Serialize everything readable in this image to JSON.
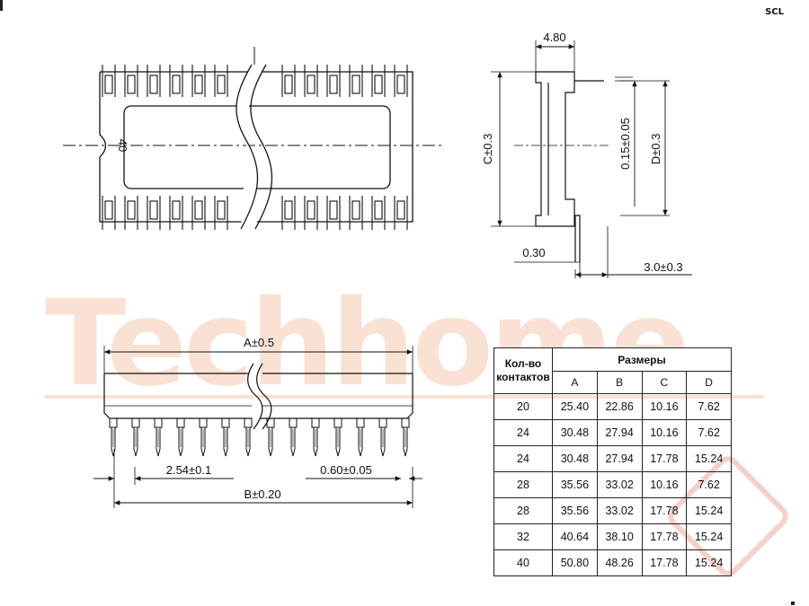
{
  "brand": "SCL",
  "watermark": {
    "text": "Techhome",
    "color": "#f4d0bd"
  },
  "top_view": {
    "pin_marker": "40"
  },
  "side_view": {
    "dim_top": "4.80",
    "dim_c": "C±0.3",
    "dim_thickness": "0.15±0.05",
    "dim_d": "D±0.3",
    "dim_lead": "0.30",
    "dim_pin_len": "3.0±0.3"
  },
  "front_view": {
    "dim_a": "A±0.5",
    "dim_pitch": "2.54±0.1",
    "dim_pin_width": "0.60±0.05",
    "dim_b": "B±0.20"
  },
  "table": {
    "pins_header": "Кол-во контактов",
    "sizes_header": "Размеры",
    "columns": [
      "A",
      "B",
      "C",
      "D"
    ],
    "rows": [
      {
        "pins": "20",
        "a": "25.40",
        "b": "22.86",
        "c": "10.16",
        "d": "7.62"
      },
      {
        "pins": "24",
        "a": "30.48",
        "b": "27.94",
        "c": "10.16",
        "d": "7.62"
      },
      {
        "pins": "24",
        "a": "30.48",
        "b": "27.94",
        "c": "17.78",
        "d": "15.24"
      },
      {
        "pins": "28",
        "a": "35.56",
        "b": "33.02",
        "c": "10.16",
        "d": "7.62"
      },
      {
        "pins": "28",
        "a": "35.56",
        "b": "33.02",
        "c": "17.78",
        "d": "15.24"
      },
      {
        "pins": "32",
        "a": "40.64",
        "b": "38.10",
        "c": "17.78",
        "d": "15.24"
      },
      {
        "pins": "40",
        "a": "50.80",
        "b": "48.26",
        "c": "17.78",
        "d": "15.24"
      }
    ]
  }
}
